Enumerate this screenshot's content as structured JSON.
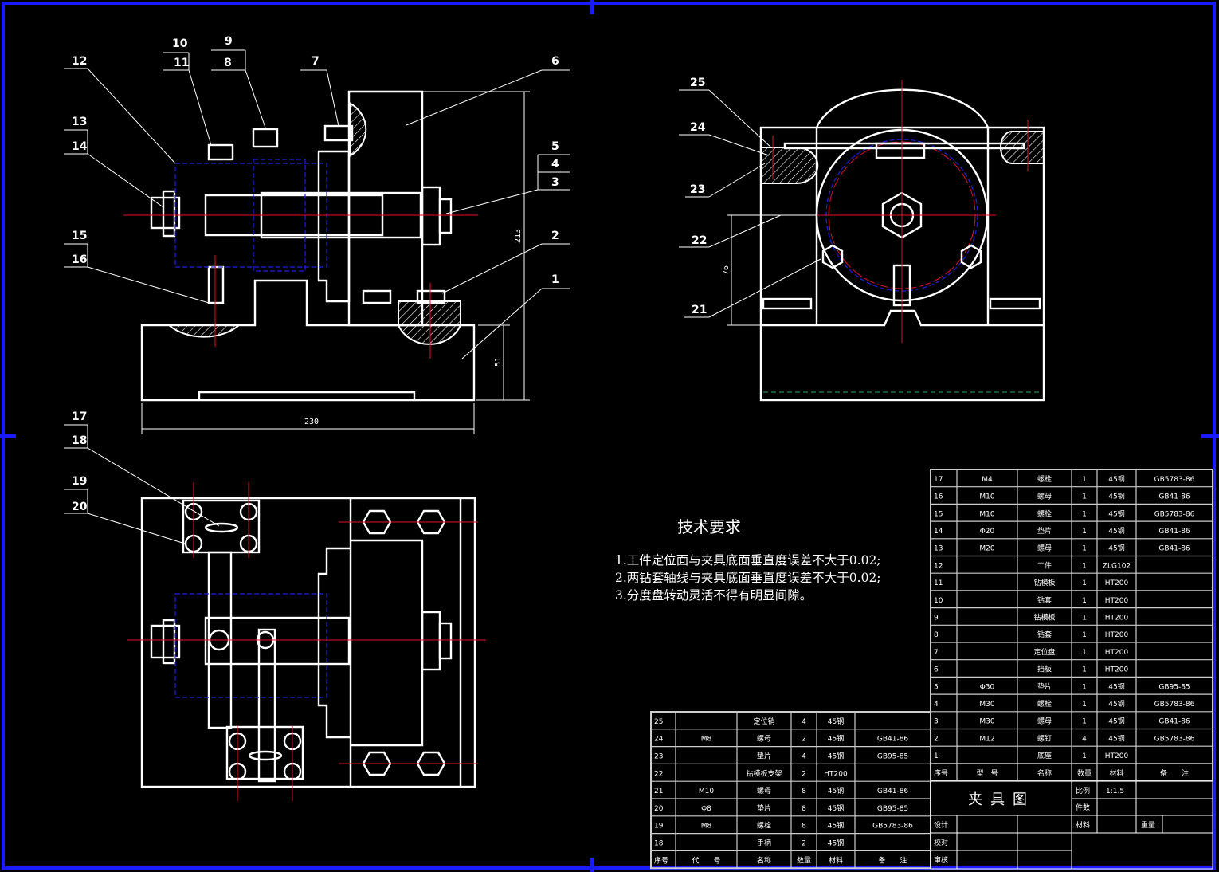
{
  "drawing_title": "夹具图",
  "tech_requirements": {
    "title": "技术要求",
    "items": [
      "1.工件定位面与夹具底面垂直度误差不大于0.02;",
      "2.两钻套轴线与夹具底面垂直度误差不大于0.02;",
      "3.分度盘转动灵活不得有明显间隙。"
    ]
  },
  "callouts": {
    "front_view": [
      "12",
      "10",
      "11",
      "9",
      "8",
      "7",
      "6",
      "13",
      "14",
      "5",
      "4",
      "3",
      "15",
      "16",
      "2",
      "1"
    ],
    "side_view": [
      "25",
      "24",
      "23",
      "22",
      "21"
    ],
    "top_view": [
      "17",
      "18",
      "19",
      "20"
    ]
  },
  "dimensions": {
    "height_total": "213",
    "height_base": "51",
    "width": "230",
    "side_height": "76"
  },
  "bom_right": {
    "rows": [
      [
        "17",
        "M4",
        "螺栓",
        "1",
        "45钢",
        "GB5783-86"
      ],
      [
        "16",
        "M10",
        "螺母",
        "1",
        "45钢",
        "GB41-86"
      ],
      [
        "15",
        "M10",
        "螺栓",
        "1",
        "45钢",
        "GB5783-86"
      ],
      [
        "14",
        "Φ20",
        "垫片",
        "1",
        "45钢",
        "GB41-86"
      ],
      [
        "13",
        "M20",
        "螺母",
        "1",
        "45钢",
        "GB41-86"
      ],
      [
        "12",
        "",
        "工件",
        "1",
        "ZLG102",
        ""
      ],
      [
        "11",
        "",
        "钻模板",
        "1",
        "HT200",
        ""
      ],
      [
        "10",
        "",
        "钻套",
        "1",
        "HT200",
        ""
      ],
      [
        "9",
        "",
        "钻模板",
        "1",
        "HT200",
        ""
      ],
      [
        "8",
        "",
        "钻套",
        "1",
        "HT200",
        ""
      ],
      [
        "7",
        "",
        "定位盘",
        "1",
        "HT200",
        ""
      ],
      [
        "6",
        "",
        "挡板",
        "1",
        "HT200",
        ""
      ],
      [
        "5",
        "Φ30",
        "垫片",
        "1",
        "45钢",
        "GB95-85"
      ],
      [
        "4",
        "M30",
        "螺栓",
        "1",
        "45钢",
        "GB5783-86"
      ],
      [
        "3",
        "M30",
        "螺母",
        "1",
        "45钢",
        "GB41-86"
      ],
      [
        "2",
        "M12",
        "螺钉",
        "4",
        "45钢",
        "GB5783-86"
      ],
      [
        "1",
        "",
        "底座",
        "1",
        "HT200",
        ""
      ]
    ],
    "header": [
      "序号",
      "型　号",
      "名称",
      "数量",
      "材料",
      "备　　注"
    ]
  },
  "bom_left": {
    "rows": [
      [
        "25",
        "",
        "定位销",
        "4",
        "45钢",
        ""
      ],
      [
        "24",
        "M8",
        "螺母",
        "2",
        "45钢",
        "GB41-86"
      ],
      [
        "23",
        "",
        "垫片",
        "4",
        "45钢",
        "GB95-85"
      ],
      [
        "22",
        "",
        "钻模板支架",
        "2",
        "HT200",
        ""
      ],
      [
        "21",
        "M10",
        "螺母",
        "8",
        "45钢",
        "GB41-86"
      ],
      [
        "20",
        "Φ8",
        "垫片",
        "8",
        "45钢",
        "GB95-85"
      ],
      [
        "19",
        "M8",
        "螺栓",
        "8",
        "45钢",
        "GB5783-86"
      ],
      [
        "18",
        "",
        "手柄",
        "2",
        "45钢",
        ""
      ]
    ],
    "header": [
      "序号",
      "代　　号",
      "名称",
      "数量",
      "材料",
      "备　　注"
    ]
  },
  "title_block": {
    "scale_label": "比例",
    "scale": "1:1.5",
    "count_label": "件数",
    "material_label": "材料",
    "weight_label": "重量",
    "design_label": "设计",
    "check_label": "校对",
    "review_label": "审核"
  }
}
